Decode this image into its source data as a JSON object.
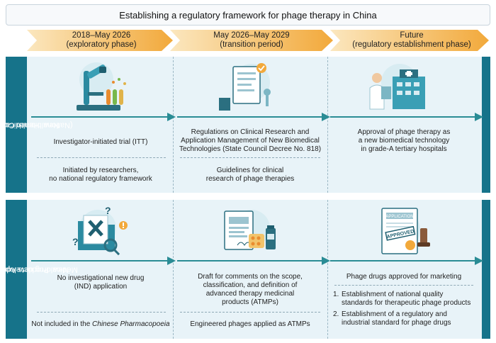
{
  "title": "Establishing a regulatory framework for phage therapy in China",
  "phases": [
    {
      "line1": "2018–May 2026",
      "line2": "(exploratory phase)"
    },
    {
      "line1": "May 2026–May 2029",
      "line2": "(transition period)"
    },
    {
      "line1": "Future",
      "line2": "(regulatory establishment phase)"
    }
  ],
  "rows": [
    {
      "label_line1": "New biomedical technology",
      "label_line2": "(National Health Commission)",
      "cells": [
        {
          "top": [
            "Investigator-initiated trial (ITT)"
          ],
          "bottom": [
            "Initiated by researchers,",
            "no national regulatory framework"
          ]
        },
        {
          "top": [
            "Regulations on Clinical Research and",
            "Application Management of New Biomedical",
            "Technologies (State Council Decree No. 818)"
          ],
          "bottom": [
            "Guidelines for clinical",
            "research of phage therapies"
          ]
        },
        {
          "top": [
            "Approval of phage therapy as",
            "a new biomedical technology",
            "in grade-A tertiary hospitals"
          ]
        }
      ]
    },
    {
      "label_line1": "New drug development (National",
      "label_line2": "Medical Products Administration)",
      "cells": [
        {
          "top": [
            "No investigational new drug",
            "(IND) application"
          ],
          "bottom_prefix": "Not included in the ",
          "bottom_italic": "Chinese Pharmacopoeia"
        },
        {
          "top": [
            "Draft for comments on the scope,",
            "classification, and definition of",
            "advanced therapy medicinal",
            "products (ATMPs)"
          ],
          "bottom": [
            "Engineered phages applied as ATMPs"
          ]
        },
        {
          "top": [
            "Phage drugs approved for marketing"
          ],
          "list": [
            {
              "n": "1.",
              "l1": "Establishment of national quality",
              "l2": "standards for therapeutic phage products"
            },
            {
              "n": "2.",
              "l1": "Establishment of a regulatory and",
              "l2": "industrial standard for phage drugs"
            }
          ]
        }
      ]
    }
  ],
  "document_labels": {
    "application": "APPLICATION",
    "approved": "APPROVED"
  },
  "colors": {
    "teal": "#16738a",
    "arrow": "#2a8c95",
    "orange": "#f2a93b",
    "band": "#e8f3f8"
  }
}
